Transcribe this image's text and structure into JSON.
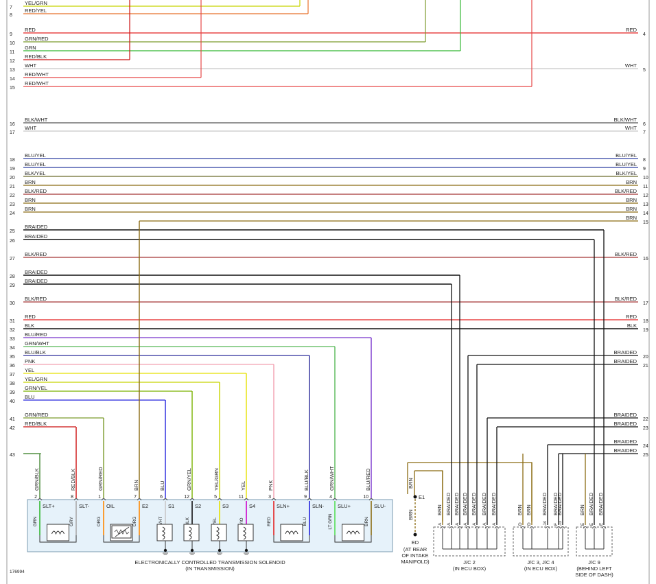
{
  "figure_id": "176994",
  "colors": {
    "YEL/GRN": "#c8d400",
    "RED/YEL": "#e8702a",
    "RED": "#e42222",
    "GRN/RED": "#7a9a2a",
    "GRN": "#33b833",
    "RED/BLK": "#cc1111",
    "WHT": "#c8c8c8",
    "RED/WHT": "#e64646",
    "BLK/WHT": "#555555",
    "BLU/YEL": "#2c3fa0",
    "BLU": "#2222dd",
    "BLK/YEL": "#6a6a2a",
    "BRN": "#8a6a10",
    "BLK/RED": "#a33434",
    "BRAIDED": "#111111",
    "BLK": "#111111",
    "BLU/RED": "#7733cc",
    "GRN/WHT": "#55b855",
    "BLU/BLK": "#2b2b9a",
    "PNK": "#f2a0b0",
    "YEL": "#e5e000",
    "GRN/YEL": "#7ab200",
    "GRN/BLK": "#4a8a3a",
    "GRY": "#aaaaaa",
    "ORG": "#ff8800",
    "VIO": "#cc00cc",
    "LT GRN": "#55dd55"
  },
  "left_wires": [
    {
      "pin": "7",
      "label": "YEL/GRN"
    },
    {
      "pin": "8",
      "label": "RED/YEL"
    },
    {
      "pin": "9",
      "label": "RED"
    },
    {
      "pin": "10",
      "label": "GRN/RED"
    },
    {
      "pin": "11",
      "label": "GRN"
    },
    {
      "pin": "12",
      "label": "RED/BLK"
    },
    {
      "pin": "13",
      "label": "WHT"
    },
    {
      "pin": "14",
      "label": "RED/WHT"
    },
    {
      "pin": "15",
      "label": "RED/WHT"
    },
    {
      "pin": "16",
      "label": "BLK/WHT"
    },
    {
      "pin": "17",
      "label": "WHT"
    },
    {
      "pin": "18",
      "label": "BLU/YEL"
    },
    {
      "pin": "19",
      "label": "BLU/YEL"
    },
    {
      "pin": "20",
      "label": "BLK/YEL"
    },
    {
      "pin": "21",
      "label": "BRN"
    },
    {
      "pin": "22",
      "label": "BLK/RED"
    },
    {
      "pin": "23",
      "label": "BRN"
    },
    {
      "pin": "24",
      "label": "BRN"
    },
    {
      "pin": "25",
      "label": "BRAIDED"
    },
    {
      "pin": "26",
      "label": "BRAIDED"
    },
    {
      "pin": "27",
      "label": "BLK/RED"
    },
    {
      "pin": "28",
      "label": "BRAIDED"
    },
    {
      "pin": "29",
      "label": "BRAIDED"
    },
    {
      "pin": "30",
      "label": "BLK/RED"
    },
    {
      "pin": "31",
      "label": "RED"
    },
    {
      "pin": "32",
      "label": "BLK"
    },
    {
      "pin": "33",
      "label": "BLU/RED"
    },
    {
      "pin": "34",
      "label": "GRN/WHT"
    },
    {
      "pin": "35",
      "label": "BLU/BLK"
    },
    {
      "pin": "36",
      "label": "PNK"
    },
    {
      "pin": "37",
      "label": "YEL"
    },
    {
      "pin": "38",
      "label": "YEL/GRN"
    },
    {
      "pin": "39",
      "label": "GRN/YEL"
    },
    {
      "pin": "40",
      "label": "BLU"
    },
    {
      "pin": "41",
      "label": "GRN/RED"
    },
    {
      "pin": "42",
      "label": "RED/BLK"
    },
    {
      "pin": "43",
      "label": ""
    }
  ],
  "right_wires": [
    {
      "pin": "4",
      "label": "RED"
    },
    {
      "pin": "5",
      "label": "WHT"
    },
    {
      "pin": "6",
      "label": "BLK/WHT"
    },
    {
      "pin": "7",
      "label": "WHT"
    },
    {
      "pin": "8",
      "label": "BLU/YEL"
    },
    {
      "pin": "9",
      "label": "BLU/YEL"
    },
    {
      "pin": "10",
      "label": "BLK/YEL"
    },
    {
      "pin": "11",
      "label": "BRN"
    },
    {
      "pin": "12",
      "label": "BLK/RED"
    },
    {
      "pin": "13",
      "label": "BRN"
    },
    {
      "pin": "14",
      "label": "BRN"
    },
    {
      "pin": "15",
      "label": "BRN"
    },
    {
      "pin": "16",
      "label": "BLK/RED"
    },
    {
      "pin": "17",
      "label": "BLK/RED"
    },
    {
      "pin": "18",
      "label": "RED"
    },
    {
      "pin": "19",
      "label": "BLK"
    },
    {
      "pin": "20",
      "label": "BRAIDED"
    },
    {
      "pin": "21",
      "label": "BRAIDED"
    },
    {
      "pin": "22",
      "label": "BRAIDED"
    },
    {
      "pin": "23",
      "label": "BRAIDED"
    },
    {
      "pin": "24",
      "label": "BRAIDED"
    },
    {
      "pin": "25",
      "label": "BRAIDED"
    }
  ],
  "solenoid_pins": [
    {
      "pin": "2",
      "wire": "GRN/BLK",
      "term": "SLT+",
      "inner": "GRN"
    },
    {
      "pin": "8",
      "wire": "RED/BLK",
      "term": "SLT-",
      "inner": "GRY"
    },
    {
      "pin": "1",
      "wire": "GRN/RED",
      "term": "OIL",
      "inner": "ORG"
    },
    {
      "pin": "7",
      "wire": "BRN",
      "term": "E2",
      "inner": "ORG"
    },
    {
      "pin": "6",
      "wire": "BLU",
      "term": "S1",
      "inner": "WHT"
    },
    {
      "pin": "12",
      "wire": "GRN/YEL",
      "term": "S2",
      "inner": "BLK"
    },
    {
      "pin": "5",
      "wire": "YEL/GRN",
      "term": "S3",
      "inner": "YEL"
    },
    {
      "pin": "11",
      "wire": "YEL",
      "term": "S4",
      "inner": "VIO"
    },
    {
      "pin": "3",
      "wire": "PNK",
      "term": "SLN+",
      "inner": "RED"
    },
    {
      "pin": "9",
      "wire": "BLU/BLK",
      "term": "SLN-",
      "inner": "BLU"
    },
    {
      "pin": "4",
      "wire": "GRN/WHT",
      "term": "SLU+",
      "inner": "LT GRN"
    },
    {
      "pin": "10",
      "wire": "BLU/RED",
      "term": "SLU-",
      "inner": "BRN"
    }
  ],
  "solenoid_caption": [
    "ELECTRONICALLY CONTROLLED TRANSMISSION SOLENOID",
    "(IN TRANSMISSION)"
  ],
  "ground": {
    "wire": "BRN",
    "point": "E1",
    "term": "ED",
    "caption": [
      "(AT REAR",
      "OF INTAKE",
      "MANIFOLD)"
    ]
  },
  "junctions": [
    {
      "name": "J/C 2",
      "location": "(IN ECU BOX)",
      "wires": [
        "BRN",
        "BRAIDED",
        "BRAIDED",
        "BRAIDED",
        "BRAIDED",
        "BRAIDED",
        "BRAIDED"
      ],
      "pins": [
        "A",
        "A",
        "A",
        "A",
        "A",
        "A",
        "A"
      ]
    },
    {
      "name": "J/C 3, J/C 4",
      "location": "(IN ECU BOX)",
      "wires": [
        "BRN",
        "BRN",
        "BRAIDED",
        "BRAIDED",
        "BRAIDED"
      ],
      "pins": [
        "D",
        "D",
        "J4",
        "F",
        "J3"
      ]
    },
    {
      "name": "J/C 9",
      "location_lines": [
        "(BEHIND LEFT",
        "SIDE OF DASH)"
      ],
      "wires": [
        "BRN",
        "BRAIDED",
        "BRAIDED"
      ],
      "pins": [
        "E",
        "E",
        "E"
      ]
    }
  ]
}
